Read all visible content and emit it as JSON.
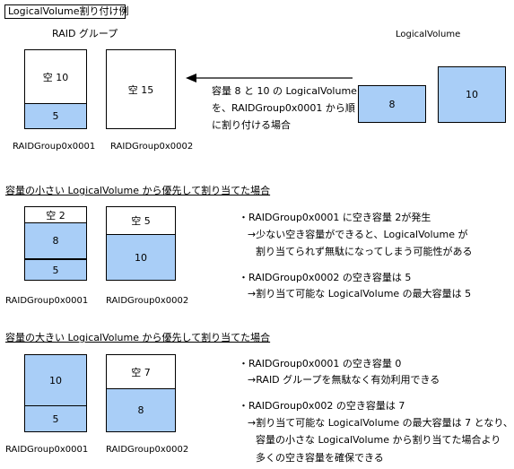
{
  "title": "LogicalVolume割り付け例",
  "top": {
    "raid_group_header": "RAID グループ",
    "lv_header": "LogicalVolume",
    "rg1": {
      "free_label": "空 10",
      "used_label": "5",
      "name": "RAIDGroup0x0001"
    },
    "rg2": {
      "free_label": "空 15",
      "name": "RAIDGroup0x0002"
    },
    "lv_small": "8",
    "lv_large": "10",
    "desc": [
      "容量 8 と 10 の LogicalVolume",
      "を、RAIDGroup0x0001 から順",
      "に割り付ける場合"
    ]
  },
  "section1": {
    "heading": "容量の小さい LogicalVolume から優先して割り当てた場合",
    "rg1": {
      "free_label": "空 2",
      "used_top": "8",
      "used_bottom": "5",
      "name": "RAIDGroup0x0001"
    },
    "rg2": {
      "free_label": "空 5",
      "used_label": "10",
      "name": "RAIDGroup0x0002"
    },
    "notes": [
      "・RAIDGroup0x0001 に空き容量 2が発生",
      "→少ない空き容量ができると、LogicalVolume が",
      "割り当てられず無駄になってしまう可能性がある",
      "・RAIDGroup0x0002 の空き容量は 5",
      "→割り当て可能な LogicalVolume の最大容量は 5"
    ]
  },
  "section2": {
    "heading": "容量の大きい LogicalVolume から優先して割り当てた場合",
    "rg1": {
      "used_top": "10",
      "used_bottom": "5",
      "name": "RAIDGroup0x0001"
    },
    "rg2": {
      "free_label": "空 7",
      "used_label": "8",
      "name": "RAIDGroup0x0002"
    },
    "notes": [
      "・RAIDGroup0x0001 の空き容量 0",
      "→RAID グループを無駄なく有効利用できる",
      "・RAIDGroup0x002 の空き容量は 7",
      "→割り当て可能な LogicalVolume の最大容量は 7 となり、",
      "容量の小さな LogicalVolume から割り当てた場合より",
      "多くの空き容量を確保できる"
    ]
  },
  "colors": {
    "used_fill": "#a9cef7",
    "free_fill": "#ffffff",
    "border": "#000000"
  }
}
